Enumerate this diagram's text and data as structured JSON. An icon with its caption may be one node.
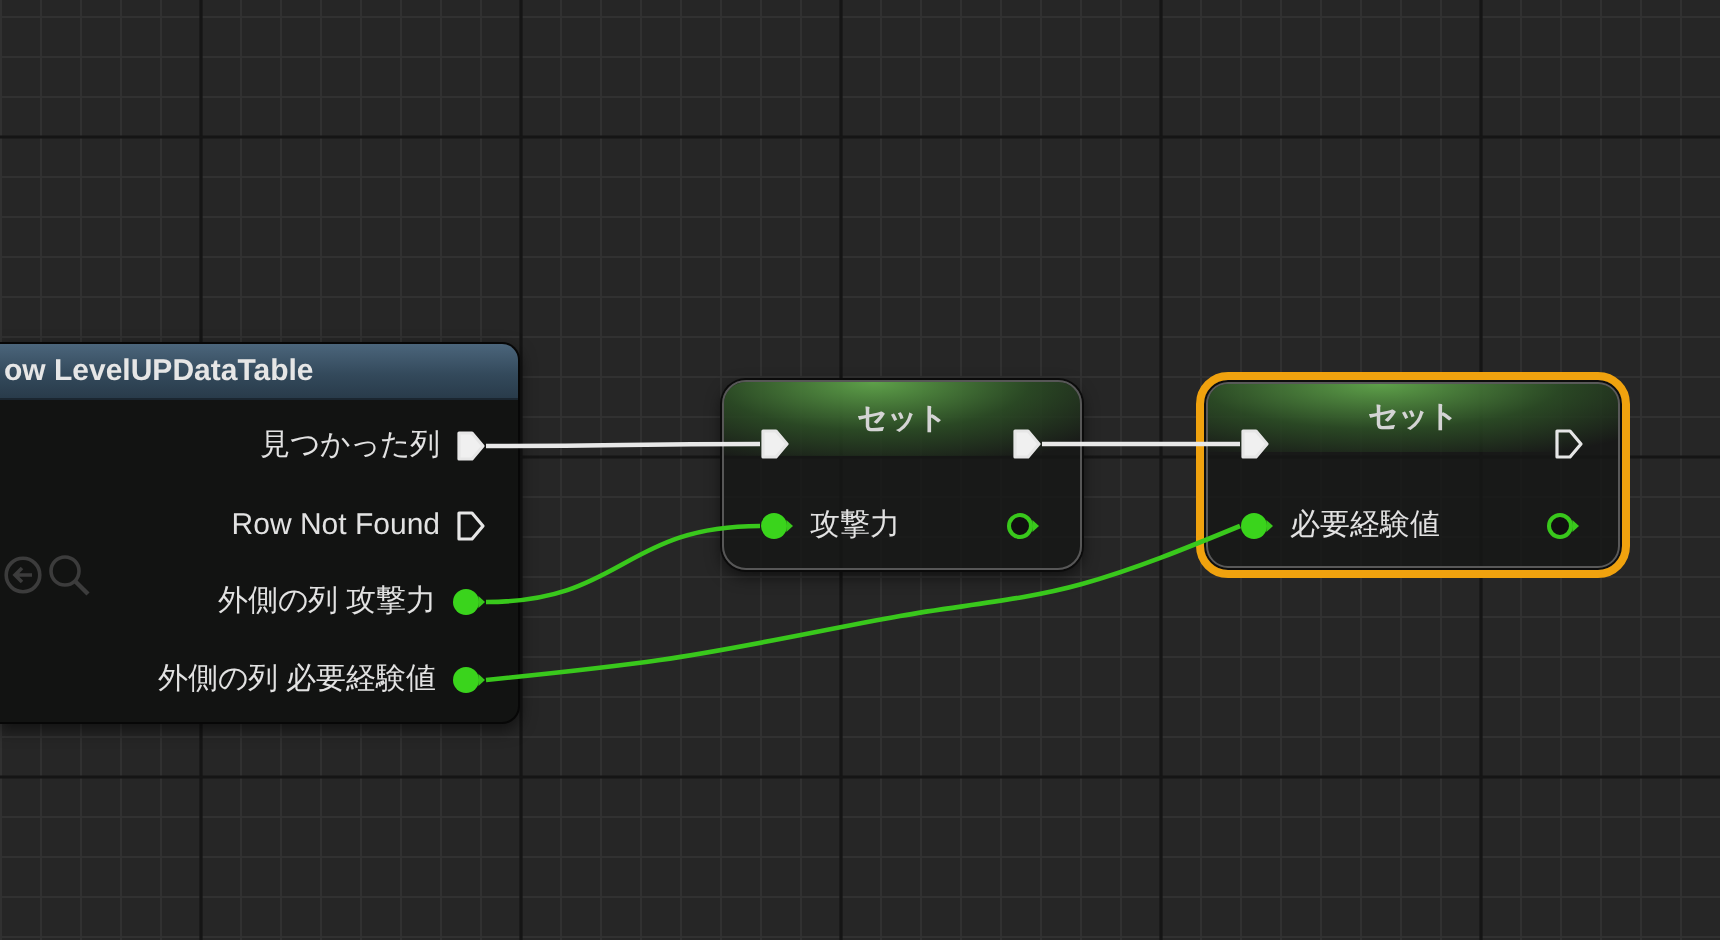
{
  "diagram": {
    "nodes": [
      {
        "text": [
          "ow LevelUPDataTable"
        ]
      },
      {
        "text": [
          "見つかった列"
        ],
        "in": 0
      },
      {
        "text": [
          "Row Not Found"
        ],
        "in": 0
      },
      {
        "text": [
          "外側の列 攻撃力"
        ],
        "in": 0
      },
      {
        "text": [
          "外側の列 必要経験値"
        ],
        "in": 0
      },
      {
        "text": [
          "セット"
        ]
      },
      {
        "text": [],
        "shape": "pentagon",
        "in": 5
      },
      {
        "text": [],
        "shape": "pentagon",
        "in": 5
      },
      {
        "text": [
          "攻撃力"
        ],
        "in": 5
      },
      {
        "text": [
          "セット"
        ]
      },
      {
        "text": [],
        "shape": "pentagon",
        "in": 9
      },
      {
        "text": [
          "必要経験値"
        ],
        "in": 9
      }
    ],
    "edges": [
      {
        "from": 1,
        "to": 6,
        "arrow": "none"
      },
      {
        "from": 7,
        "to": 10,
        "arrow": "none"
      },
      {
        "from": 3,
        "to": 8,
        "arrow": "none",
        "color": "#39c81c"
      },
      {
        "from": 4,
        "to": 11,
        "arrow": "none",
        "color": "#39c81c"
      }
    ]
  }
}
